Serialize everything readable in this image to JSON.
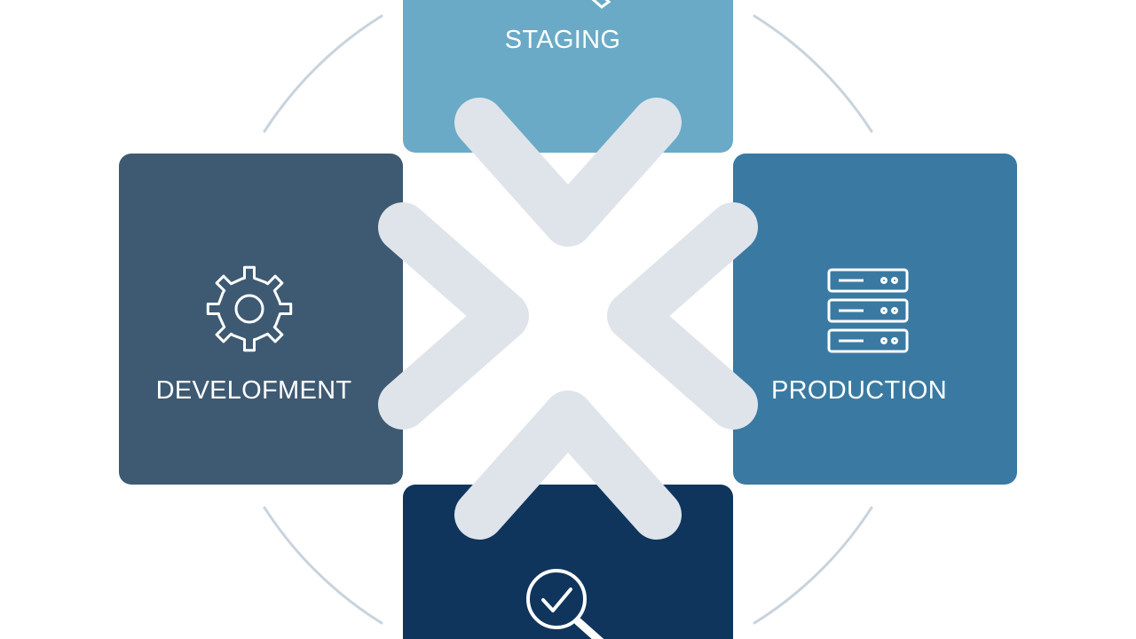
{
  "colors": {
    "background": "#ffffff",
    "ring": "#c9d3dd",
    "chevrons": "#dfe4eb",
    "staging": "#6aaac6",
    "development": "#3e5a73",
    "production": "#3a7aa2",
    "testing": "#0f355c",
    "label_text": "#ffffff",
    "icon_stroke": "#ffffff"
  },
  "stages": {
    "staging": {
      "label": "STAGING",
      "icon": "wrench-icon"
    },
    "development": {
      "label": "DEVELOFMENT",
      "icon": "gear-icon"
    },
    "production": {
      "label": "PRODUCTION",
      "icon": "server-stack-icon"
    },
    "testing": {
      "label": "",
      "icon": "magnifier-check-icon"
    }
  }
}
